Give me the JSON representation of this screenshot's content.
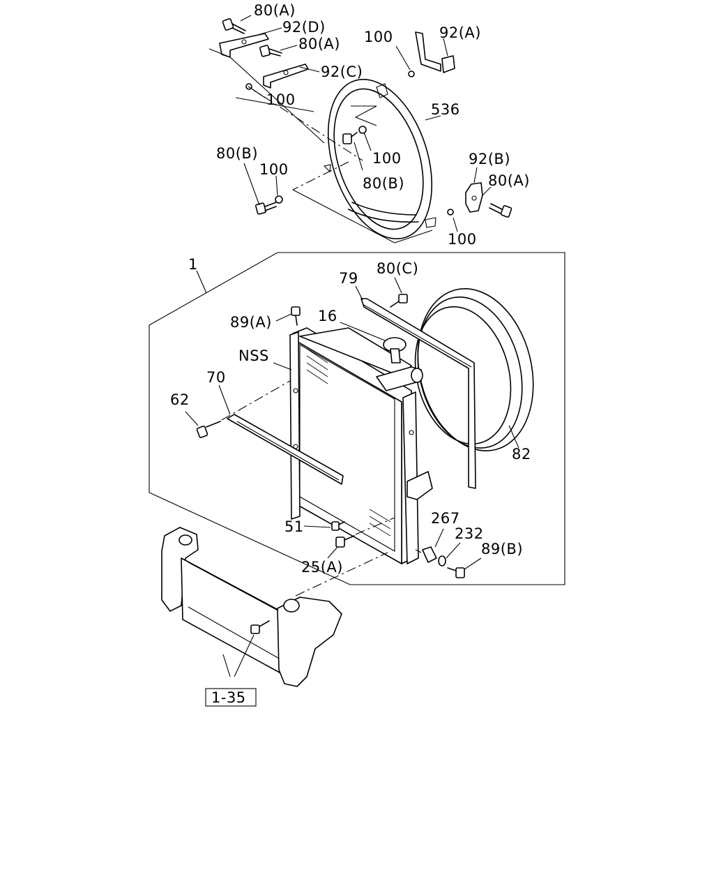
{
  "diagram": {
    "labels": {
      "l_80a_top": "80(A)",
      "l_92d": "92(D)",
      "l_80a_mid": "80(A)",
      "l_92c": "92(C)",
      "l_100_a": "100",
      "l_100_b": "100",
      "l_92a": "92(A)",
      "l_536": "536",
      "l_100_c": "100",
      "l_80b_left": "80(B)",
      "l_100_d": "100",
      "l_80b_inner": "80(B)",
      "l_92b": "92(B)",
      "l_80a_right": "80(A)",
      "l_100_e": "100",
      "l_1": "1",
      "l_79": "79",
      "l_80c": "80(C)",
      "l_16": "16",
      "l_89a": "89(A)",
      "l_nss": "NSS",
      "l_70": "70",
      "l_62": "62",
      "l_82": "82",
      "l_267": "267",
      "l_232": "232",
      "l_51": "51",
      "l_89b": "89(B)",
      "l_25a": "25(A)",
      "ref_box": "1-35"
    }
  }
}
